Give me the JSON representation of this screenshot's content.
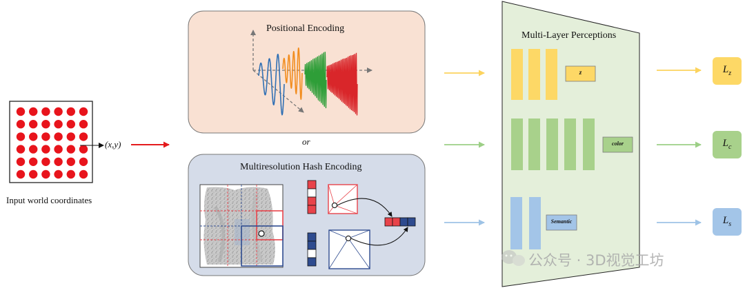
{
  "left": {
    "caption": "Input world coordinates",
    "coord_label": "(x,y)",
    "grid": {
      "rows": 6,
      "cols": 6,
      "dot_color": "#e8141c"
    }
  },
  "positional_encoding": {
    "title": "Positional Encoding",
    "panel_color": "#f9e1d3",
    "wave_colors": [
      "#2f6fb4",
      "#f28c1d",
      "#2e9e38",
      "#d9262a"
    ]
  },
  "or_label": "or",
  "hash_encoding": {
    "title": "Multiresolution Hash Encoding",
    "panel_color": "#d5dce9",
    "red_color": "#e8434a",
    "blue_color": "#2e4b8f"
  },
  "mlp": {
    "title": "Multi-Layer Perceptions",
    "panel_color": "#e4efda",
    "heads": [
      {
        "name": "depth",
        "label": "z",
        "color": "#fdd866",
        "bars": 3
      },
      {
        "name": "color",
        "label": "color",
        "color": "#a8d18b",
        "bars": 5
      },
      {
        "name": "semantic",
        "label": "Semantic",
        "color": "#a3c5e8",
        "bars": 2
      }
    ]
  },
  "losses": [
    {
      "name": "depth",
      "symbol": "L",
      "subscript": "z",
      "color": "#fdd866",
      "arrow_color": "#fcd35d"
    },
    {
      "name": "color",
      "symbol": "L",
      "subscript": "c",
      "color": "#a8d18b",
      "arrow_color": "#9ccf86"
    },
    {
      "name": "semantic",
      "symbol": "L",
      "subscript": "s",
      "color": "#a3c5e8",
      "arrow_color": "#9ec3e6"
    }
  ],
  "watermark": "公众号 · 3D视觉工坊"
}
